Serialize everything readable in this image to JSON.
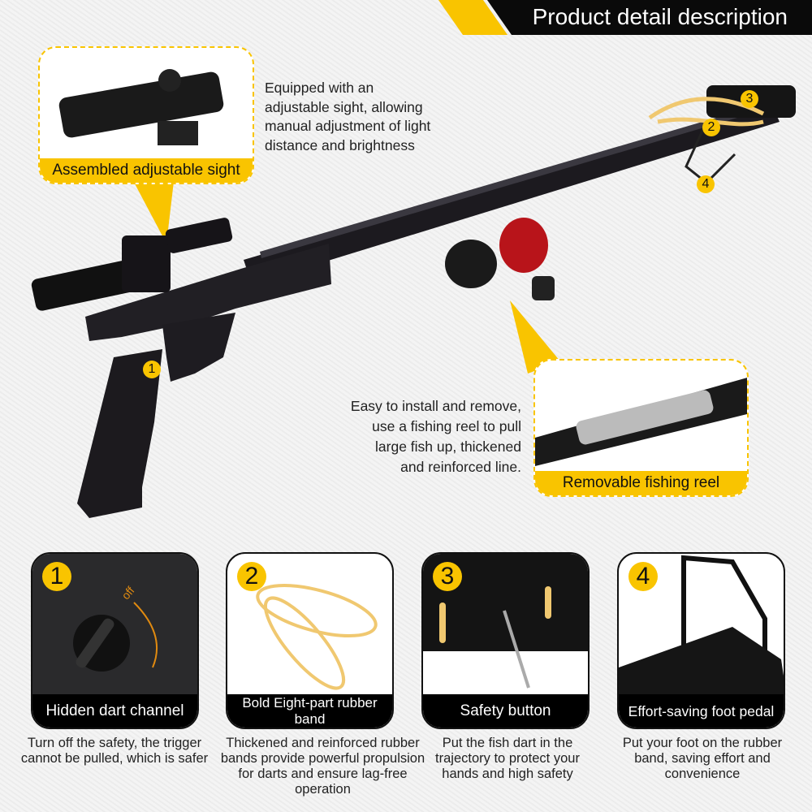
{
  "header": {
    "title": "Product detail description"
  },
  "callouts": [
    {
      "label": "Assembled adjustable sight",
      "description": [
        "Equipped with an",
        "adjustable sight, allowing",
        "manual adjustment of light",
        "distance and brightness"
      ]
    },
    {
      "label": "Removable fishing reel",
      "description": [
        "Easy to install and remove,",
        "use a fishing reel to pull",
        "large fish up, thickened",
        "and reinforced line."
      ]
    }
  ],
  "markers": [
    "1",
    "2",
    "3",
    "4"
  ],
  "features": [
    {
      "number": "1",
      "title": "Hidden dart channel",
      "description": "Turn off the safety, the trigger cannot be pulled, which is safer",
      "image_text": "off"
    },
    {
      "number": "2",
      "title": "Bold Eight-part rubber band",
      "description": "Thickened and reinforced rubber bands provide powerful propulsion for darts and ensure lag-free operation"
    },
    {
      "number": "3",
      "title": "Safety button",
      "description": "Put the fish dart in the trajectory to protect your hands and high safety"
    },
    {
      "number": "4",
      "title": "Effort-saving foot pedal",
      "description": "Put your foot on the rubber band, saving effort and convenience"
    }
  ],
  "colors": {
    "accent": "#f9c400",
    "dark": "#0a0a0a",
    "rubber": "#f0c870",
    "reel": "#c0181c"
  }
}
